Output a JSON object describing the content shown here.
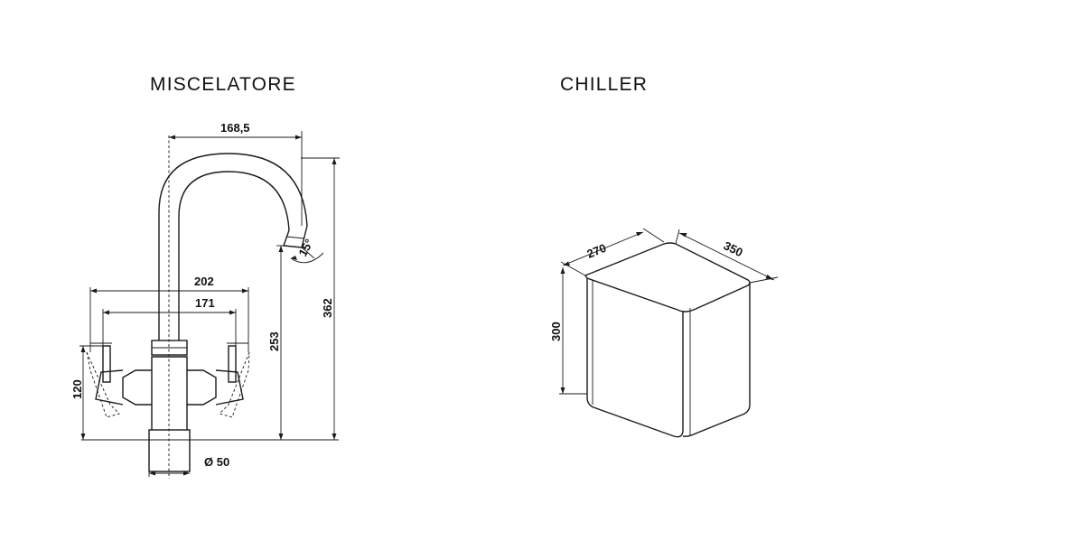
{
  "titles": {
    "left": "MISCELATORE",
    "right": "CHILLER"
  },
  "faucet_dims": {
    "spout_reach": "168,5",
    "handle_span_outer": "202",
    "handle_span_inner": "171",
    "height_spout": "253",
    "height_total": "362",
    "height_handle": "120",
    "base_diameter": "Ø 50",
    "spout_angle": "15°"
  },
  "chiller_dims": {
    "depth": "270",
    "width": "350",
    "height": "300"
  }
}
